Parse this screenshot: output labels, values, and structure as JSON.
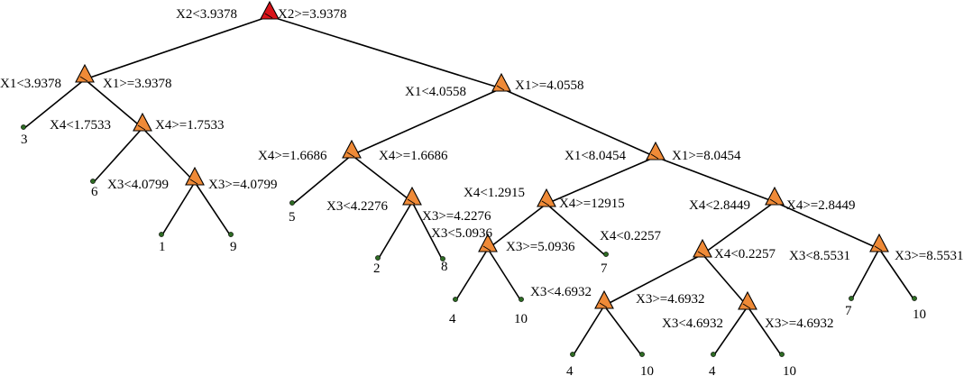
{
  "colors": {
    "root_node": "#d9141a",
    "split_node": "#ef8a37",
    "leaf_node": "#2e6b24",
    "edge": "#000000",
    "text": "#000000"
  },
  "nodes": [
    {
      "id": "root",
      "type": "root"
    },
    {
      "id": "s_x1_39378",
      "type": "split"
    },
    {
      "id": "s_x1_40558",
      "type": "split"
    },
    {
      "id": "s_x4_17533",
      "type": "split"
    },
    {
      "id": "s_x3_40799",
      "type": "split"
    },
    {
      "id": "s_x4_16686",
      "type": "split"
    },
    {
      "id": "s_x3_42276",
      "type": "split"
    },
    {
      "id": "s_x1_80454",
      "type": "split"
    },
    {
      "id": "s_x4_12915",
      "type": "split"
    },
    {
      "id": "s_x3_50936",
      "type": "split"
    },
    {
      "id": "s_x4_28449",
      "type": "split"
    },
    {
      "id": "s_x4_02257",
      "type": "split"
    },
    {
      "id": "s_x3_46932_a",
      "type": "split"
    },
    {
      "id": "s_x3_46932_b",
      "type": "split"
    },
    {
      "id": "s_x3_85531",
      "type": "split"
    },
    {
      "id": "leaf_3",
      "type": "leaf",
      "label": "3"
    },
    {
      "id": "leaf_6",
      "type": "leaf",
      "label": "6"
    },
    {
      "id": "leaf_1",
      "type": "leaf",
      "label": "1"
    },
    {
      "id": "leaf_9",
      "type": "leaf",
      "label": "9"
    },
    {
      "id": "leaf_5",
      "type": "leaf",
      "label": "5"
    },
    {
      "id": "leaf_2",
      "type": "leaf",
      "label": "2"
    },
    {
      "id": "leaf_8",
      "type": "leaf",
      "label": "8"
    },
    {
      "id": "leaf_4a",
      "type": "leaf",
      "label": "4"
    },
    {
      "id": "leaf_10a",
      "type": "leaf",
      "label": "10"
    },
    {
      "id": "leaf_7a",
      "type": "leaf",
      "label": "7"
    },
    {
      "id": "leaf_4b",
      "type": "leaf",
      "label": "4"
    },
    {
      "id": "leaf_10b",
      "type": "leaf",
      "label": "10"
    },
    {
      "id": "leaf_4c",
      "type": "leaf",
      "label": "4"
    },
    {
      "id": "leaf_10c",
      "type": "leaf",
      "label": "10"
    },
    {
      "id": "leaf_7b",
      "type": "leaf",
      "label": "7"
    },
    {
      "id": "leaf_10d",
      "type": "leaf",
      "label": "10"
    }
  ],
  "edges": [
    {
      "from": "root",
      "to": "s_x1_39378",
      "label": "X2<3.9378"
    },
    {
      "from": "root",
      "to": "s_x1_40558",
      "label": "X2>=3.9378"
    },
    {
      "from": "s_x1_39378",
      "to": "leaf_3",
      "label": "X1<3.9378"
    },
    {
      "from": "s_x1_39378",
      "to": "s_x4_17533",
      "label": "X1>=3.9378"
    },
    {
      "from": "s_x4_17533",
      "to": "leaf_6",
      "label": "X4<1.7533"
    },
    {
      "from": "s_x4_17533",
      "to": "s_x3_40799",
      "label": "X4>=1.7533"
    },
    {
      "from": "s_x3_40799",
      "to": "leaf_1",
      "label": "X3<4.0799"
    },
    {
      "from": "s_x3_40799",
      "to": "leaf_9",
      "label": "X3>=4.0799"
    },
    {
      "from": "s_x1_40558",
      "to": "s_x4_16686",
      "label": "X1<4.0558"
    },
    {
      "from": "s_x1_40558",
      "to": "s_x1_80454",
      "label": "X1>=4.0558"
    },
    {
      "from": "s_x4_16686",
      "to": "leaf_5",
      "label": "X4>=1.6686"
    },
    {
      "from": "s_x4_16686",
      "to": "s_x3_42276",
      "label": "X4>=1.6686"
    },
    {
      "from": "s_x3_42276",
      "to": "leaf_2",
      "label": "X3<4.2276"
    },
    {
      "from": "s_x3_42276",
      "to": "leaf_8",
      "label": "X3>=4.2276"
    },
    {
      "from": "s_x1_80454",
      "to": "s_x4_12915",
      "label": "X1<8.0454"
    },
    {
      "from": "s_x1_80454",
      "to": "s_x4_28449",
      "label": "X1>=8.0454"
    },
    {
      "from": "s_x4_12915",
      "to": "s_x3_50936",
      "label": "X4<1.2915"
    },
    {
      "from": "s_x4_12915",
      "to": "leaf_7a",
      "label": "X4>=12915"
    },
    {
      "from": "s_x3_50936",
      "to": "leaf_4a",
      "label": "X3<5.0936"
    },
    {
      "from": "s_x3_50936",
      "to": "leaf_10a",
      "label": "X3>=5.0936"
    },
    {
      "from": "s_x4_28449",
      "to": "s_x4_02257",
      "label": "X4<2.8449"
    },
    {
      "from": "s_x4_28449",
      "to": "s_x3_85531",
      "label": "X4>=2.8449"
    },
    {
      "from": "s_x4_02257",
      "to": "s_x3_46932_a",
      "label": "X4<0.2257"
    },
    {
      "from": "s_x4_02257",
      "to": "s_x3_46932_b",
      "label": "X4<0.2257"
    },
    {
      "from": "s_x3_46932_a",
      "to": "leaf_4b",
      "label": "X3<4.6932"
    },
    {
      "from": "s_x3_46932_a",
      "to": "leaf_10b",
      "label": "X3>=4.6932"
    },
    {
      "from": "s_x3_46932_b",
      "to": "leaf_4c",
      "label": "X3<4.6932"
    },
    {
      "from": "s_x3_46932_b",
      "to": "leaf_10c",
      "label": "X3>=4.6932"
    },
    {
      "from": "s_x3_85531",
      "to": "leaf_7b",
      "label": "X3<8.5531"
    },
    {
      "from": "s_x3_85531",
      "to": "leaf_10d",
      "label": "X3>=8.5531"
    }
  ]
}
